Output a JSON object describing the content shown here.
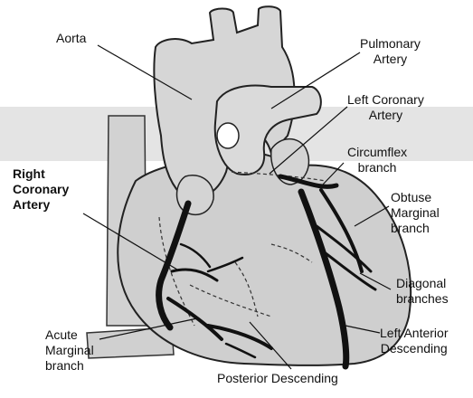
{
  "diagram": {
    "labels": {
      "aorta": [
        "Aorta"
      ],
      "pulmonary_artery": [
        "Pulmonary",
        "Artery"
      ],
      "left_coronary_artery": [
        "Left Coronary",
        "Artery"
      ],
      "circumflex_branch": [
        "Circumflex",
        "branch"
      ],
      "right_coronary_artery": [
        "Right",
        "Coronary",
        "Artery"
      ],
      "obtuse_marginal_branch": [
        "Obtuse",
        "Marginal",
        "branch"
      ],
      "diagonal_branches": [
        "Diagonal",
        "branches"
      ],
      "left_anterior_descending": [
        "Left Anterior",
        "Descending"
      ],
      "acute_marginal_branch": [
        "Acute",
        "Marginal",
        "branch"
      ],
      "posterior_descending": [
        "Posterior Descending"
      ]
    }
  }
}
